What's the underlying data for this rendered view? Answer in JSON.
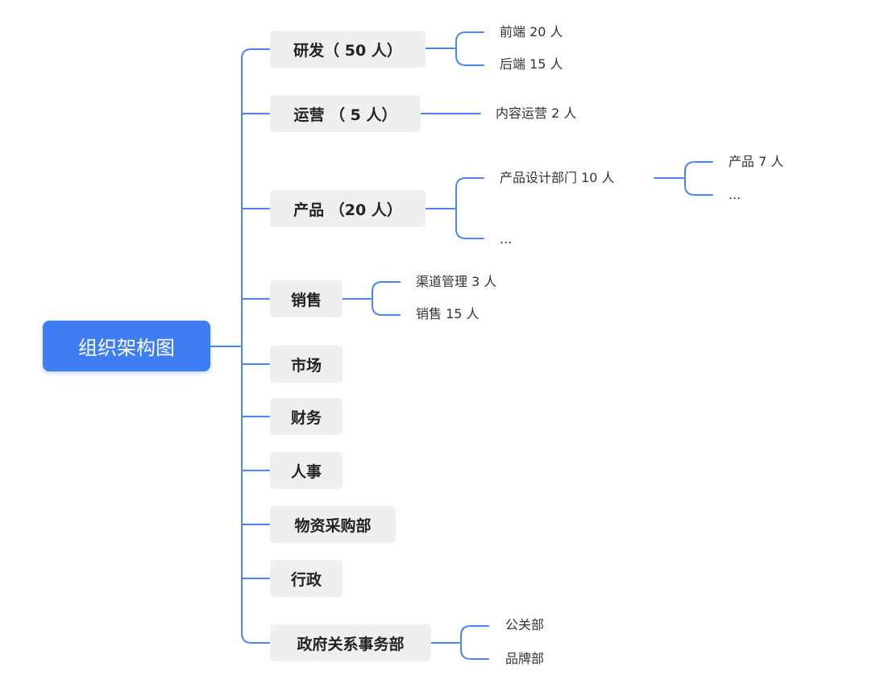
{
  "diagram": {
    "root": {
      "label": "组织架构图"
    },
    "departments": [
      {
        "id": "rd",
        "label": "研发（ 50 人）",
        "children": [
          {
            "label": "前端 20 人"
          },
          {
            "label": "后端 15 人"
          }
        ]
      },
      {
        "id": "ops",
        "label": "运营 （ 5 人）",
        "children": [
          {
            "label": "内容运营 2 人"
          }
        ]
      },
      {
        "id": "product",
        "label": "产品 （20 人）",
        "children": [
          {
            "label": "产品设计部门 10 人",
            "children": [
              {
                "label": "产品 7 人"
              },
              {
                "label": "..."
              }
            ]
          },
          {
            "label": "..."
          }
        ]
      },
      {
        "id": "sales",
        "label": "销售",
        "children": [
          {
            "label": "渠道管理 3 人"
          },
          {
            "label": "销售 15 人"
          }
        ]
      },
      {
        "id": "market",
        "label": "市场"
      },
      {
        "id": "finance",
        "label": "财务"
      },
      {
        "id": "hr",
        "label": "人事"
      },
      {
        "id": "procurement",
        "label": "物资采购部"
      },
      {
        "id": "admin",
        "label": "行政"
      },
      {
        "id": "gov",
        "label": "政府关系事务部",
        "children": [
          {
            "label": "公关部"
          },
          {
            "label": "品牌部"
          }
        ]
      }
    ],
    "colors": {
      "connector": "#4a86f0",
      "root_fill": "#3f7df3",
      "dept_fill": "#efefef"
    }
  }
}
